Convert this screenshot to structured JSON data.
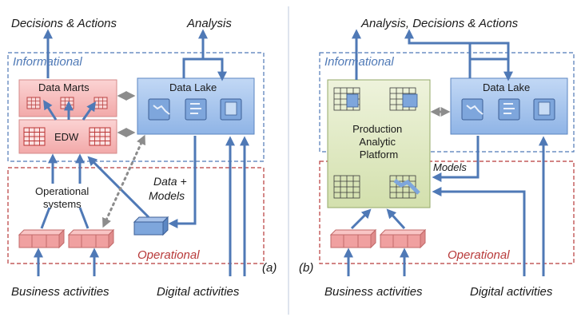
{
  "colors": {
    "informational": "#4f79b6",
    "operational": "#b83a3a",
    "arrow": "#4f79b6",
    "red_box": "#f4b4b4",
    "blue_box": "#a9c6ee",
    "green_box": "#dfe8c4"
  },
  "left": {
    "top_left_label": "Decisions & Actions",
    "top_right_label": "Analysis",
    "informational_label": "Informational",
    "operational_label": "Operational",
    "data_marts_label": "Data Marts",
    "edw_label": "EDW",
    "data_lake_label": "Data Lake",
    "operational_systems_label": [
      "Operational",
      "systems"
    ],
    "data_models_label": [
      "Data +",
      "Models"
    ],
    "bottom_left_label": "Business activities",
    "bottom_right_label": "Digital activities",
    "panel_tag": "(a)"
  },
  "right": {
    "top_label": "Analysis, Decisions & Actions",
    "informational_label": "Informational",
    "operational_label": "Operational",
    "platform_label": [
      "Production",
      "Analytic",
      "Platform"
    ],
    "data_lake_label": "Data Lake",
    "models_label": "Models",
    "bottom_left_label": "Business activities",
    "bottom_right_label": "Digital activities",
    "panel_tag": "(b)"
  }
}
